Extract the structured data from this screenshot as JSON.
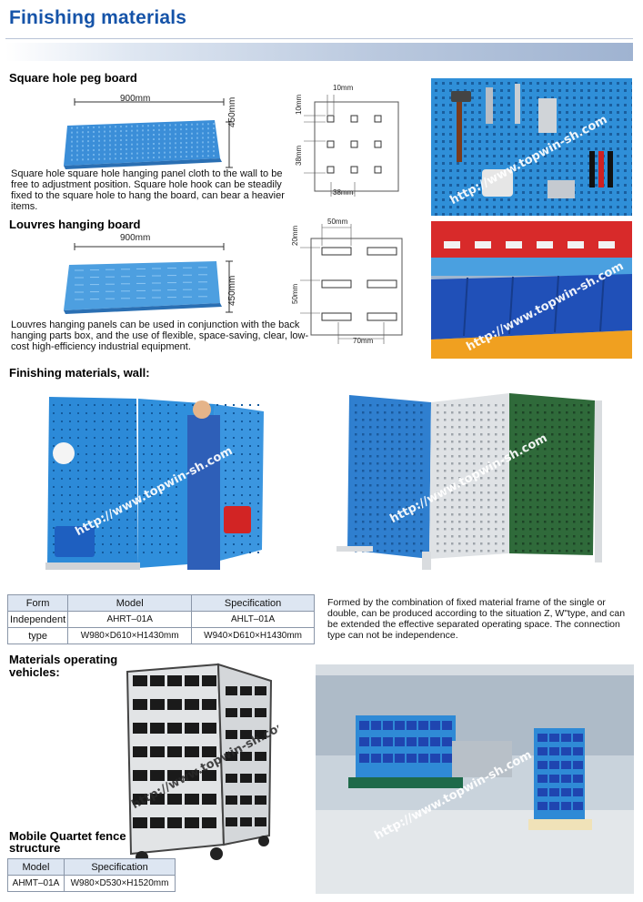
{
  "page": {
    "title": "Finishing materials"
  },
  "square_board": {
    "title": "Square hole peg board",
    "width_label": "900mm",
    "height_label": "450mm",
    "description": "Square hole square hole hanging panel cloth to the wall to be free to adjustment position. Square hole hook can be steadily fixed to the square hole to hang the board, can bear a heavier items.",
    "diagram": {
      "top": "10mm",
      "left_top": "10mm",
      "left_mid": "38mm",
      "bottom": "38mm"
    }
  },
  "louvre_board": {
    "title": "Louvres hanging board",
    "width_label": "900mm",
    "height_label": "450mm",
    "description": "Louvres hanging panels can be used in conjunction with the back hanging parts box, and the use of flexible, space-saving, clear, low-cost high-efficiency industrial equipment.",
    "diagram": {
      "top": "50mm",
      "left_top": "20mm",
      "left_mid": "50mm",
      "bottom": "70mm"
    }
  },
  "wall": {
    "title": "Finishing materials, wall:",
    "table": {
      "headers": [
        "Form",
        "Model",
        "Specification"
      ],
      "rows": [
        [
          "Independent",
          "AHRT–01A",
          "AHLT–01A"
        ],
        [
          "type",
          "W980×D610×H1430mm",
          "W940×D610×H1430mm"
        ]
      ]
    },
    "description": "Formed by the combination of fixed material frame of the single or double, can be produced according to the situation Z, W\"type, and can be extended the effective separated operating space. The connection type can not be independence."
  },
  "vehicles": {
    "title_line1": "Materials operating",
    "title_line2": "vehicles:"
  },
  "quartet": {
    "title_line1": "Mobile Quartet fence",
    "title_line2": "structure",
    "table": {
      "headers": [
        "Model",
        "Specification"
      ],
      "rows": [
        [
          "AHMT–01A",
          "W980×D530×H1520mm"
        ]
      ]
    }
  },
  "watermark": "http://www.topwin-sh.com",
  "colors": {
    "title_blue": "#1553a8",
    "board_blue": "#3d8fd6",
    "bin_red": "#d8202a",
    "bin_blue": "#1f4fb8",
    "panel_green": "#2f6a3a"
  }
}
